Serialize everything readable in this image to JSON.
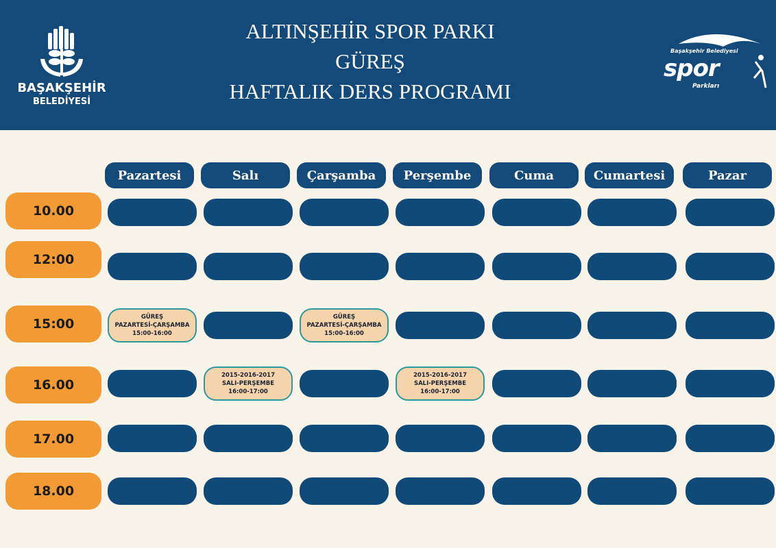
{
  "header": {
    "title_lines": [
      "ALTINŞEHİR SPOR PARKI",
      "GÜREŞ",
      "HAFTALIK DERS PROGRAMI"
    ],
    "logo_left": {
      "line1": "BAŞAKŞEHİR",
      "line2": "BELEDİYESİ"
    },
    "logo_right": {
      "top": "Başakşehir Belediyesi",
      "main": "spor",
      "bottom": "Parkları"
    }
  },
  "days": [
    "Pazartesi",
    "Salı",
    "Çarşamba",
    "Perşembe",
    "Cuma",
    "Cumartesi",
    "Pazar"
  ],
  "times": [
    "10.00",
    "12:00",
    "15:00",
    "16.00",
    "17.00",
    "18.00"
  ],
  "events": [
    {
      "row": 2,
      "col": 0,
      "lines": [
        "GÜREŞ",
        "PAZARTESİ-ÇARŞAMBA",
        "15:00-16:00"
      ]
    },
    {
      "row": 2,
      "col": 2,
      "lines": [
        "GÜREŞ",
        "PAZARTESİ-ÇARŞAMBA",
        "15:00-16:00"
      ]
    },
    {
      "row": 3,
      "col": 1,
      "lines": [
        "2015-2016-2017",
        "SALI-PERŞEMBE",
        "16:00-17:00"
      ]
    },
    {
      "row": 3,
      "col": 3,
      "lines": [
        "2015-2016-2017",
        "SALI-PERŞEMBE",
        "16:00-17:00"
      ]
    }
  ],
  "colors": {
    "header": "#134a7a",
    "cell": "#0f4a78",
    "time": "#f29a33",
    "event": "#f5d3ab",
    "event_border": "#2a9aa0"
  }
}
